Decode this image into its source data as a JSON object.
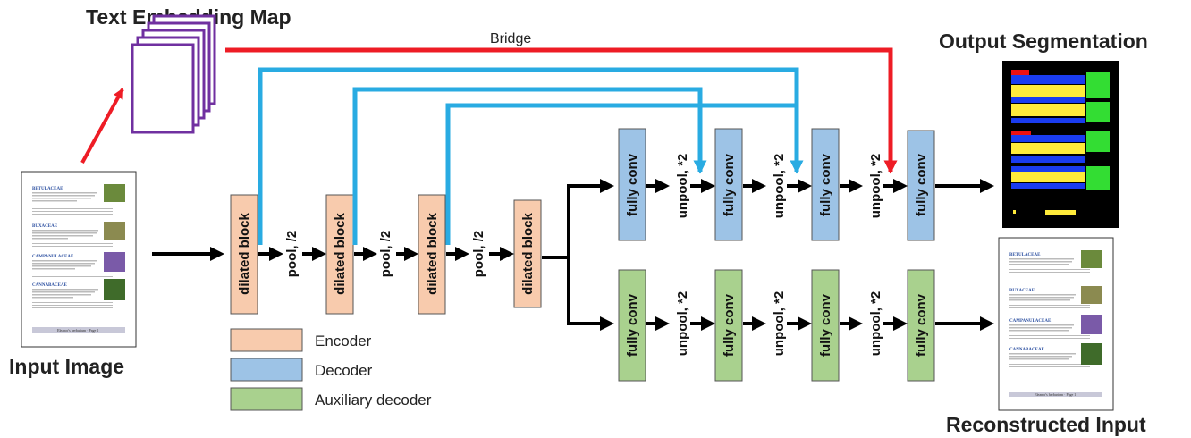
{
  "titles": {
    "text_embedding_map": "Text Embedding Map",
    "input_image": "Input Image",
    "output_segmentation": "Output Segmentation",
    "reconstructed_input": "Reconstructed Input"
  },
  "bridge_label": "Bridge",
  "encoder": {
    "block_label": "dilated block",
    "pool_label": "pool, /2"
  },
  "decoder": {
    "block_label": "fully conv",
    "unpool_label": "unpool, *2"
  },
  "legend": {
    "encoder": "Encoder",
    "decoder": "Decoder",
    "auxiliary": "Auxiliary decoder"
  },
  "document": {
    "sections": [
      "BETULACEAE",
      "BUXACEAE",
      "CAMPANULACEAE",
      "CANNABACEAE"
    ],
    "footer": "Eleanor's herbarium  ·  Page 1"
  },
  "colors": {
    "encoder": "#f8cbad",
    "decoder": "#9dc3e6",
    "auxiliary": "#a9d18e",
    "skip_arrow": "#29abe2",
    "bridge_arrow": "#ee1c25",
    "embedding_outline": "#7030a0",
    "seg_yellow": "#ffeb3b",
    "seg_blue": "#1a3cf0",
    "seg_green": "#33dd33",
    "seg_red": "#ee1111"
  }
}
